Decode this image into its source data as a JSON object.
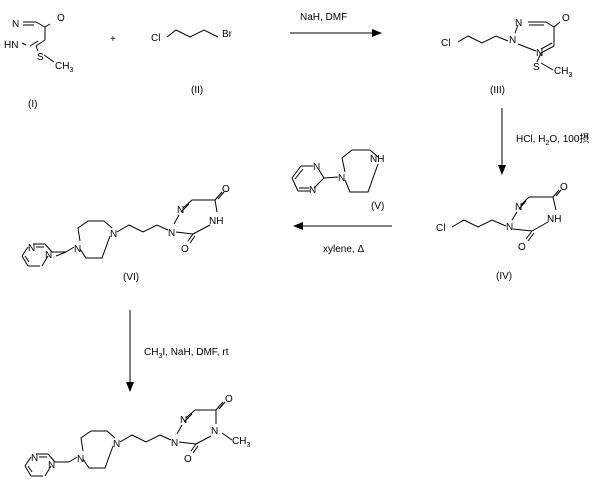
{
  "scheme": {
    "plus": "+",
    "compounds": {
      "I": {
        "label": "(I)",
        "atom_O": "O",
        "atom_N_top": "N",
        "atom_NH": "HN",
        "atom_S": "S",
        "atom_CH3": "CH",
        "sub_3": "3"
      },
      "II": {
        "label": "(II)",
        "atom_Cl": "Cl",
        "atom_Br": "Br"
      },
      "III": {
        "label": "(III)",
        "atom_Cl": "Cl",
        "atom_N1": "N",
        "atom_N2": "N",
        "atom_N3": "N",
        "atom_O": "O",
        "atom_S": "S",
        "atom_CH3": "CH",
        "sub_3": "3"
      },
      "IV": {
        "label": "(IV)",
        "atom_Cl": "Cl",
        "atom_N1": "N",
        "atom_N2": "N",
        "atom_NH": "NH",
        "atom_O_top": "O",
        "atom_O_bottom": "O"
      },
      "V": {
        "label": "(V)",
        "atom_NH": "NH",
        "atom_N_pip": "N",
        "atom_N_pyr1": "N",
        "atom_N_pyr2": "N"
      },
      "VI": {
        "label": "(VI)",
        "atom_N_pip1": "N",
        "atom_N_pip2": "N",
        "atom_N_pyr1": "N",
        "atom_N_pyr2": "N",
        "atom_N1": "N",
        "atom_N2": "N",
        "atom_NH": "NH",
        "atom_O_top": "O",
        "atom_O_bottom": "O"
      },
      "final": {
        "atom_N_pip1": "N",
        "atom_N_pip2": "N",
        "atom_N_pyr1": "N",
        "atom_N_pyr2": "N",
        "atom_N1": "N",
        "atom_N2": "N",
        "atom_N_me": "N",
        "atom_CH3": "CH",
        "sub_3": "3",
        "atom_O_top": "O",
        "atom_O_bottom": "O"
      }
    },
    "conditions": {
      "step1": "NaH, DMF",
      "step2_a": "HCl, H",
      "step2_sub": "2",
      "step2_b": "O, 100摂",
      "step3": "xylene, Δ",
      "step4_a": "CH",
      "step4_sub": "3",
      "step4_b": "I, NaH, DMF, rt"
    }
  }
}
